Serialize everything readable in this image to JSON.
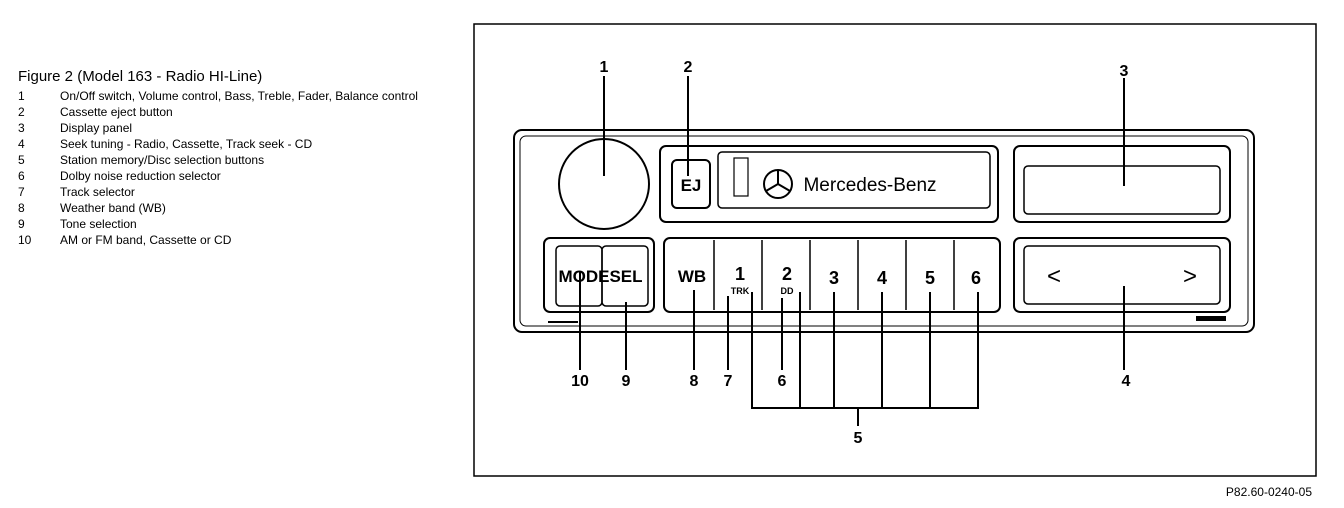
{
  "legend": {
    "title": "Figure 2 (Model 163 - Radio HI-Line)",
    "items": [
      {
        "num": "1",
        "text": "On/Off switch, Volume control, Bass, Treble, Fader, Balance control"
      },
      {
        "num": "2",
        "text": "Cassette eject button"
      },
      {
        "num": "3",
        "text": "Display panel"
      },
      {
        "num": "4",
        "text": "Seek tuning - Radio, Cassette, Track seek - CD"
      },
      {
        "num": "5",
        "text": "Station memory/Disc selection buttons"
      },
      {
        "num": "6",
        "text": "Dolby noise reduction selector"
      },
      {
        "num": "7",
        "text": "Track selector"
      },
      {
        "num": "8",
        "text": "Weather band (WB)"
      },
      {
        "num": "9",
        "text": "Tone selection"
      },
      {
        "num": "10",
        "text": "AM or FM band, Cassette or CD"
      }
    ]
  },
  "radio": {
    "eject_label": "EJ",
    "brand": "Mercedes-Benz",
    "mode_label": "MODE",
    "sel_label": "SEL",
    "wb_label": "WB",
    "preset_labels": [
      "1",
      "2",
      "3",
      "4",
      "5",
      "6"
    ],
    "trk_label": "TRK",
    "dolby_label": "DD",
    "seek_left": "<",
    "seek_right": ">"
  },
  "callouts": [
    "1",
    "2",
    "3",
    "4",
    "5",
    "6",
    "7",
    "8",
    "9",
    "10"
  ],
  "ref_code": "P82.60-0240-05"
}
